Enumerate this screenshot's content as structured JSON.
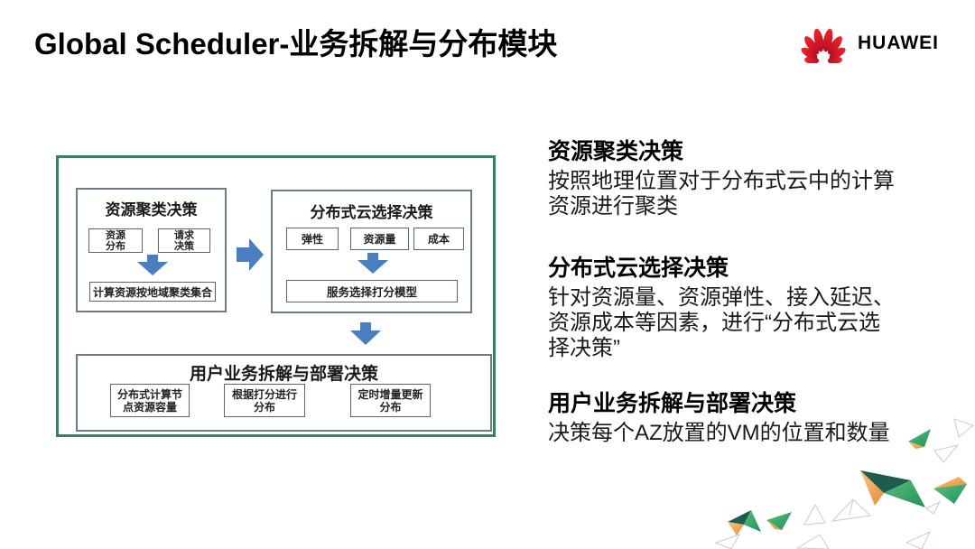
{
  "slide": {
    "title": "Global Scheduler-业务拆解与分布模块",
    "brand": "HUAWEI"
  },
  "diagram": {
    "resource_panel": {
      "title": "资源聚类决策",
      "inputs": [
        "资源\n分布",
        "请求\n决策"
      ],
      "output": "计算资源按地域聚类集合"
    },
    "cloud_panel": {
      "title": "分布式云选择决策",
      "inputs": [
        "弹性",
        "资源量",
        "成本"
      ],
      "output": "服务选择打分模型"
    },
    "deploy_panel": {
      "title": "用户业务拆解与部署决策",
      "inputs": [
        "分布式计算节\n点资源容量",
        "根据打分进行\n分布",
        "定时增量更新\n分布"
      ]
    }
  },
  "descriptions": [
    {
      "heading": "资源聚类决策",
      "body": "按照地理位置对于分布式云中的计算\n资源进行聚类"
    },
    {
      "heading": "分布式云选择决策",
      "body": "针对资源量、资源弹性、接入延迟、\n资源成本等因素，进行“分布式云选\n择决策”"
    },
    {
      "heading": "用户业务拆解与部署决策",
      "body": "决策每个AZ放置的VM的位置和数量"
    }
  ],
  "icons": [
    "huawei-flower-icon",
    "arrow-right-icon",
    "arrow-down-icon",
    "paper-planes-graphic"
  ],
  "colors": {
    "accent_blue": "#4a7ec0",
    "frame_green": "#3c7f5f",
    "logo_red": "#e2232d",
    "panel_border_gray": "#6d7a89"
  }
}
